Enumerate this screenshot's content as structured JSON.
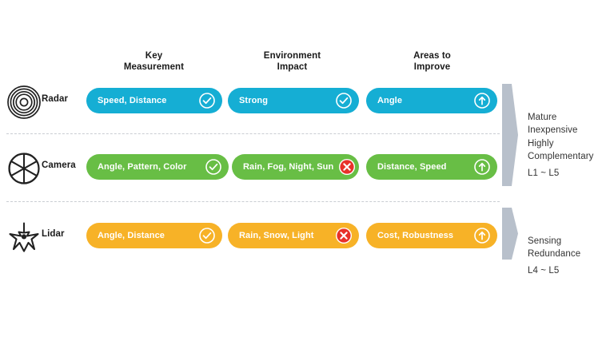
{
  "columns": [
    {
      "id": "key-measurement",
      "label": "Key\nMeasurement"
    },
    {
      "id": "environment-impact",
      "label": "Environment\nImpact"
    },
    {
      "id": "areas-to-improve",
      "label": "Areas to\nImprove"
    }
  ],
  "rows": [
    {
      "id": "radar",
      "sensor": "Radar",
      "icon": "radar-waves-icon",
      "color": "#15AED4",
      "cells": [
        {
          "text": "Speed, Distance",
          "badge": "check-icon"
        },
        {
          "text": "Strong",
          "badge": "check-icon"
        },
        {
          "text": "Angle",
          "badge": "arrow-up-icon"
        }
      ]
    },
    {
      "id": "camera",
      "sensor": "Camera",
      "icon": "camera-aperture-icon",
      "color": "#68BE45",
      "cells": [
        {
          "text": "Angle, Pattern, Color",
          "badge": "check-icon"
        },
        {
          "text": "Rain, Fog, Night, Sun",
          "badge": "cross-icon"
        },
        {
          "text": "Distance, Speed",
          "badge": "arrow-up-icon"
        }
      ]
    },
    {
      "id": "lidar",
      "sensor": "Lidar",
      "icon": "lidar-burst-icon",
      "color": "#F7B227",
      "cells": [
        {
          "text": "Angle, Distance",
          "badge": "check-icon"
        },
        {
          "text": "Rain, Snow, Light",
          "badge": "cross-icon"
        },
        {
          "text": "Cost, Robustness",
          "badge": "arrow-up-icon"
        }
      ]
    }
  ],
  "notes": [
    {
      "id": "radar-camera-note",
      "text": "Mature\nInexpensive\nHighly\nComplementary",
      "level": "L1 ~ L5"
    },
    {
      "id": "lidar-note",
      "text": "Sensing\nRedundance",
      "level": "L4 ~ L5"
    }
  ],
  "colors": {
    "radar": "#15AED4",
    "camera": "#68BE45",
    "lidar": "#F7B227",
    "cross_badge": "#E8312A",
    "separator": "#c9cdd2",
    "arrow": "#b8c0cb",
    "text": "#1a1a1a"
  }
}
